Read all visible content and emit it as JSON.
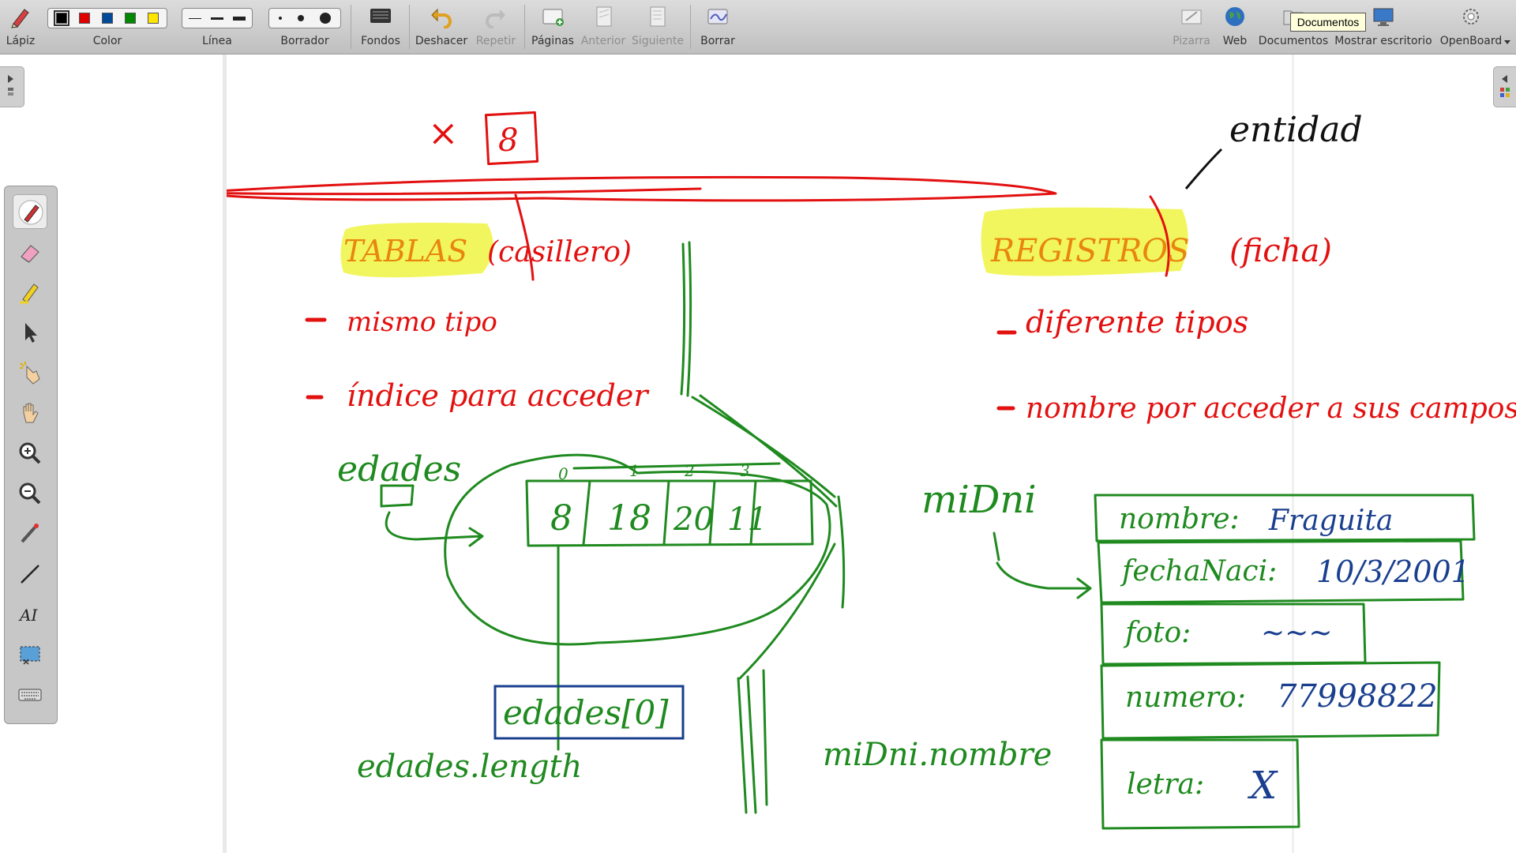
{
  "toolbar": {
    "pencil": "Lápiz",
    "color": "Color",
    "line": "Línea",
    "eraser": "Borrador",
    "backgrounds": "Fondos",
    "undo": "Deshacer",
    "redo": "Repetir",
    "pages": "Páginas",
    "previous": "Anterior",
    "next": "Siguiente",
    "clear": "Borrar",
    "board": "Pizarra",
    "web": "Web",
    "documents": "Documentos",
    "show_desktop": "Mostrar escritorio",
    "app": "OpenBoard",
    "colors": [
      "#000000",
      "#e00000",
      "#004a99",
      "#008800",
      "#ffe600"
    ]
  },
  "tooltip": "Documentos",
  "board": {
    "ink_red": "#e31010",
    "ink_green": "#1f8a1f",
    "ink_blue": "#1a3f8f",
    "ink_black": "#111111",
    "highlight": "#eef542",
    "notes": {
      "top_x": "×",
      "top_box": "8",
      "entity": "entidad",
      "tables": "TABLAS",
      "tables_paren": "(casillero)",
      "registers": "REGISTROS",
      "registers_paren": "(ficha)",
      "left_item1": "mismo tipo",
      "left_item2": "índice para acceder",
      "right_item1": "diferente tipos",
      "right_item2": "nombre por acceder a sus campos",
      "edades": "edades",
      "index_labels": [
        "0",
        "1",
        "2",
        "3"
      ],
      "array_values": [
        "8",
        "18",
        "20",
        "11"
      ],
      "edades0": "edades[0]",
      "edades_length": "edades.length",
      "midni": "miDni",
      "midni_nombre": "miDni.nombre",
      "fields": [
        {
          "label": "nombre:",
          "value": "Fraguita"
        },
        {
          "label": "fechaNaci:",
          "value": "10/3/2001"
        },
        {
          "label": "foto:",
          "value": "~~~"
        },
        {
          "label": "numero:",
          "value": "77998822"
        },
        {
          "label": "letra:",
          "value": "X"
        }
      ]
    }
  }
}
